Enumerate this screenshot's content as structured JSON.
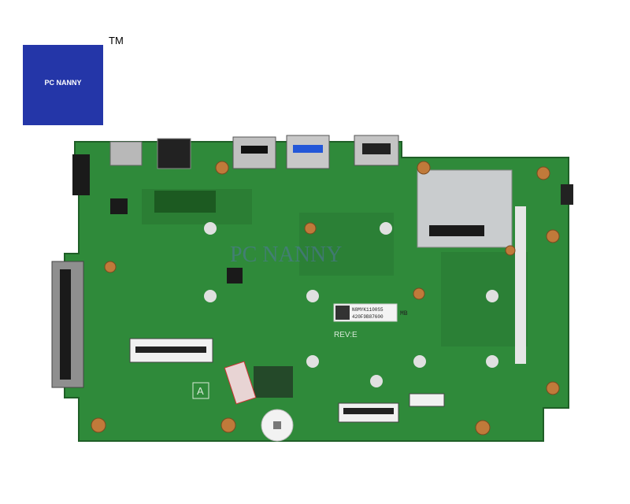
{
  "logo": {
    "text": "PC NANNY",
    "trademark": "TM",
    "color": "#2436a8"
  },
  "watermark": "PC NANNY",
  "board": {
    "pcb_color": "#2f8a3a",
    "sticker_lines": [
      "N8MYK1100S5",
      "420F9B87600"
    ],
    "sticker_tag": "MB",
    "rev_label": "REV:E",
    "silk_label_a": "A"
  }
}
